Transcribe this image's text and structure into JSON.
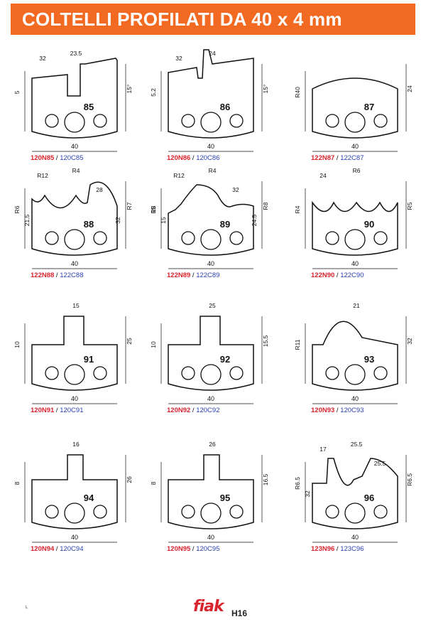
{
  "header": {
    "title": "COLTELLI PROFILATI DA 40 x 4 mm"
  },
  "colors": {
    "header_bg": "#f26a22",
    "code_red": "#d9232d",
    "code_blue": "#2a3fb0",
    "line": "#111111"
  },
  "knives": [
    {
      "number": "85",
      "code_a": "120N85",
      "sep": " / ",
      "code_b": "120C85",
      "dims": [
        "5",
        "15°",
        "23.5",
        "32",
        "40"
      ]
    },
    {
      "number": "86",
      "code_a": "120N86",
      "sep": " / ",
      "code_b": "120C86",
      "dims": [
        "5.2",
        "15°",
        "24",
        "32",
        "40"
      ]
    },
    {
      "number": "87",
      "code_a": "122N87",
      "sep": " / ",
      "code_b": "122C87",
      "dims": [
        "R40",
        "24",
        "40"
      ]
    },
    {
      "number": "88",
      "code_a": "122N88",
      "sep": " / ",
      "code_b": "122C88",
      "dims": [
        "R6",
        "R7",
        "R4",
        "R12",
        "28",
        "21.5",
        "32",
        "40"
      ]
    },
    {
      "number": "89",
      "code_a": "122N89",
      "sep": " / ",
      "code_b": "122C89",
      "dims": [
        "R8",
        "R8",
        "R4",
        "R12",
        "32",
        "15",
        "24.5",
        "15",
        "40"
      ]
    },
    {
      "number": "90",
      "code_a": "122N90",
      "sep": " / ",
      "code_b": "122C90",
      "dims": [
        "R4",
        "R5",
        "R6",
        "24",
        "40"
      ]
    },
    {
      "number": "91",
      "code_a": "120N91",
      "sep": " / ",
      "code_b": "120C91",
      "dims": [
        "10",
        "25",
        "15",
        "40"
      ]
    },
    {
      "number": "92",
      "code_a": "120N92",
      "sep": " / ",
      "code_b": "120C92",
      "dims": [
        "10",
        "15.5",
        "25",
        "40"
      ]
    },
    {
      "number": "93",
      "code_a": "120N93",
      "sep": " / ",
      "code_b": "120C93",
      "dims": [
        "R11",
        "32",
        "21",
        "40"
      ]
    },
    {
      "number": "94",
      "code_a": "120N94",
      "sep": " / ",
      "code_b": "120C94",
      "dims": [
        "8",
        "26",
        "16",
        "40"
      ]
    },
    {
      "number": "95",
      "code_a": "120N95",
      "sep": " / ",
      "code_b": "120C95",
      "dims": [
        "8",
        "16.5",
        "26",
        "40"
      ]
    },
    {
      "number": "96",
      "code_a": "123N96",
      "sep": " / ",
      "code_b": "123C96",
      "dims": [
        "R6.5",
        "R6.5",
        "25.5",
        "17",
        "25.5",
        "32",
        "40"
      ]
    }
  ],
  "footer": {
    "brand": "fiak",
    "page_code": "H16",
    "mark": "˪"
  }
}
